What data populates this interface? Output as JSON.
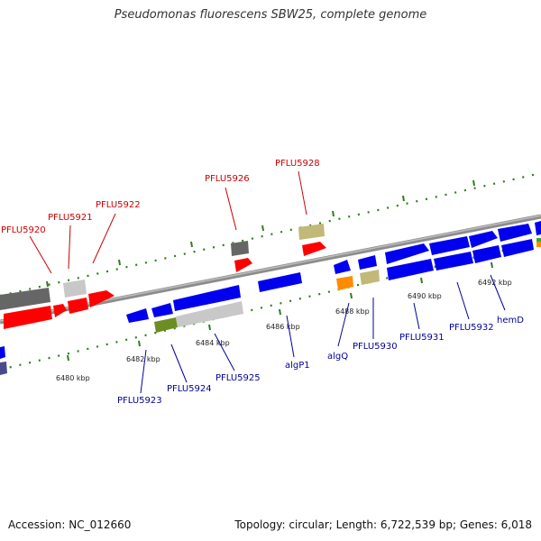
{
  "title": "Pseudomonas fluorescens SBW25, complete genome",
  "accession": "Accession: NC_012660",
  "stats": "Topology: circular; Length: 6,722,539 bp; Genes: 6,018",
  "colors": {
    "backbone": "#8c8c8c",
    "tick_dots": "#2e7d1e",
    "label_red": "#cc0000",
    "label_blue": "#00009a",
    "feature_red": "#ff0000",
    "feature_blue": "#0000ee",
    "feature_darkgray": "#666666",
    "feature_lightgray": "#c8c8c8",
    "feature_khaki": "#c2b878",
    "feature_orange": "#ff8c00",
    "feature_olive": "#6b8e23",
    "feature_slate": "#4a4a8a"
  },
  "scale_labels": [
    {
      "text": "6480 kbp"
    },
    {
      "text": "6482 kbp"
    },
    {
      "text": "6484 kbp"
    },
    {
      "text": "6486 kbp"
    },
    {
      "text": "6488 kbp"
    },
    {
      "text": "6490 kbp"
    },
    {
      "text": "6492 kbp"
    }
  ],
  "genes_top": [
    {
      "text": "PFLU5920"
    },
    {
      "text": "PFLU5921"
    },
    {
      "text": "PFLU5922"
    },
    {
      "text": "PFLU5926"
    },
    {
      "text": "PFLU5928"
    }
  ],
  "genes_bottom": [
    {
      "text": "PFLU5923"
    },
    {
      "text": "PFLU5924"
    },
    {
      "text": "PFLU5925"
    },
    {
      "text": "algP1"
    },
    {
      "text": "algQ"
    },
    {
      "text": "PFLU5930"
    },
    {
      "text": "PFLU5931"
    },
    {
      "text": "PFLU5932"
    },
    {
      "text": "hemD"
    }
  ]
}
